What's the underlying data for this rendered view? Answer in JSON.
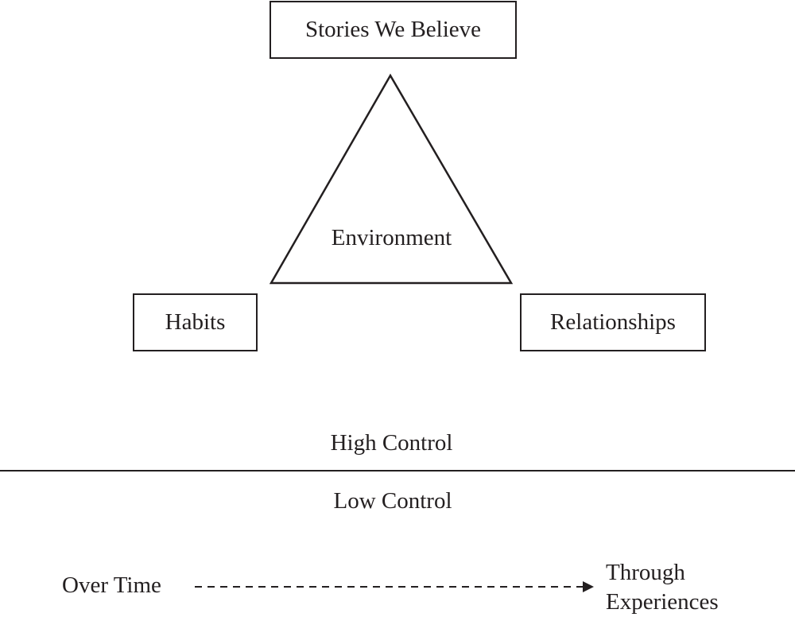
{
  "nodes": {
    "top": "Stories We Believe",
    "left": "Habits",
    "right": "Relationships",
    "center": "Environment"
  },
  "divider": {
    "above": "High Control",
    "below": "Low Control"
  },
  "timeline": {
    "start": "Over Time",
    "end_line1": "Through",
    "end_line2": "Experiences"
  }
}
